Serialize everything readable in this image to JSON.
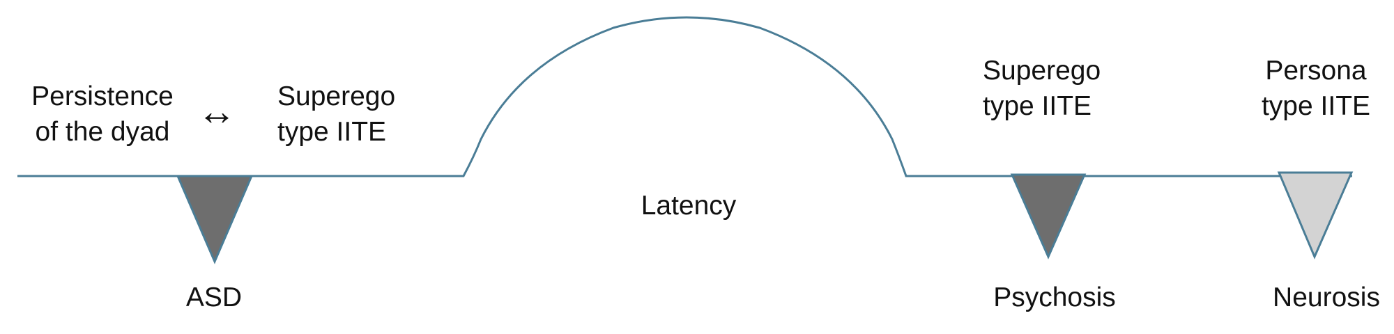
{
  "labels": {
    "persistence_line1": "Persistence",
    "persistence_line2": "of the dyad",
    "arrow_glyph": "↔",
    "superego_left_line1": "Superego",
    "superego_left_line2": "type IITE",
    "latency": "Latency",
    "superego_right_line1": "Superego",
    "superego_right_line2": "type IITE",
    "persona_line1": "Persona",
    "persona_line2": "type IITE",
    "asd": "ASD",
    "psychosis": "Psychosis",
    "neurosis": "Neurosis"
  },
  "colors": {
    "line": "#4a7d96",
    "dark_triangle": "#6e6e6e",
    "light_triangle": "#d3d3d3",
    "text": "#111111"
  }
}
